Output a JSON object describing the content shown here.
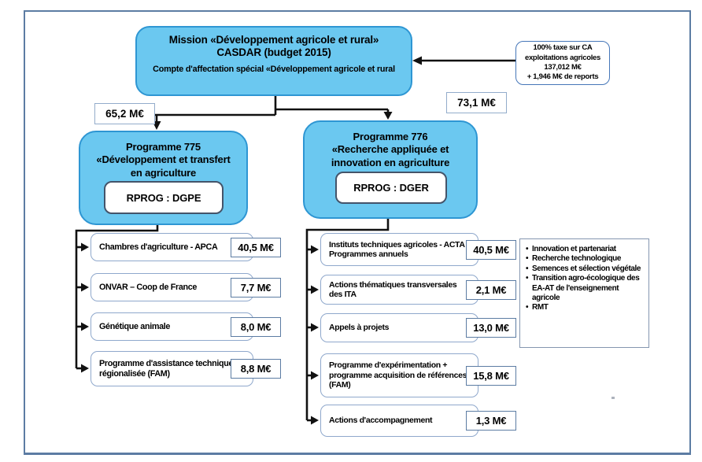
{
  "mission": {
    "title_line1": "Mission «Développement agricole et rural»",
    "title_line2": "CASDAR (budget 2015)",
    "account_line": "Compte d'affectation spécial «Développement agricole et rural"
  },
  "tax_note": {
    "line1": "100% taxe sur CA",
    "line2": "exploitations agricoles",
    "line3": "137,012 M€",
    "line4": "+ 1,946 M€ de reports"
  },
  "p775": {
    "budget": "65,2 M€",
    "name_line1": "Programme 775",
    "name_line2": "«Développement et transfert",
    "name_line3": "en agriculture",
    "rprog": "RPROG : DGPE",
    "items": [
      {
        "label": "Chambres d'agriculture - APCA",
        "amount": "40,5 M€"
      },
      {
        "label": "ONVAR – Coop de France",
        "amount": "7,7 M€"
      },
      {
        "label": "Génétique animale",
        "amount": "8,0 M€"
      },
      {
        "label": "Programme d'assistance technique régionalisée (FAM)",
        "amount": "8,8 M€"
      }
    ]
  },
  "p776": {
    "budget": "73,1 M€",
    "name_line1": "Programme 776",
    "name_line2": "«Recherche appliquée et",
    "name_line3": "innovation en agriculture",
    "rprog": "RPROG : DGER",
    "items": [
      {
        "label": "Instituts techniques agricoles - ACTA Programmes annuels",
        "amount": "40,5 M€"
      },
      {
        "label": "Actions thématiques transversales des ITA",
        "amount": "2,1 M€"
      },
      {
        "label": "Appels à projets",
        "amount": "13,0 M€"
      },
      {
        "label": "Programme d'expérimentation + programme acquisition de références (FAM)",
        "amount": "15,8 M€"
      },
      {
        "label": "Actions d'accompagnement",
        "amount": "1,3 M€"
      }
    ]
  },
  "themes": {
    "bullet_char": "•",
    "items": [
      "Innovation et partenariat",
      "Recherche technologique",
      "Semences et sélection végétale",
      "Transition agro-écologique des EA-AT de l'enseignement agricole",
      "RMT"
    ]
  },
  "colors": {
    "program_box_fill": "#6BC8F0",
    "program_box_border": "#2E96D3",
    "frame_border": "#5C7CA3",
    "connector_line": "#111111"
  }
}
